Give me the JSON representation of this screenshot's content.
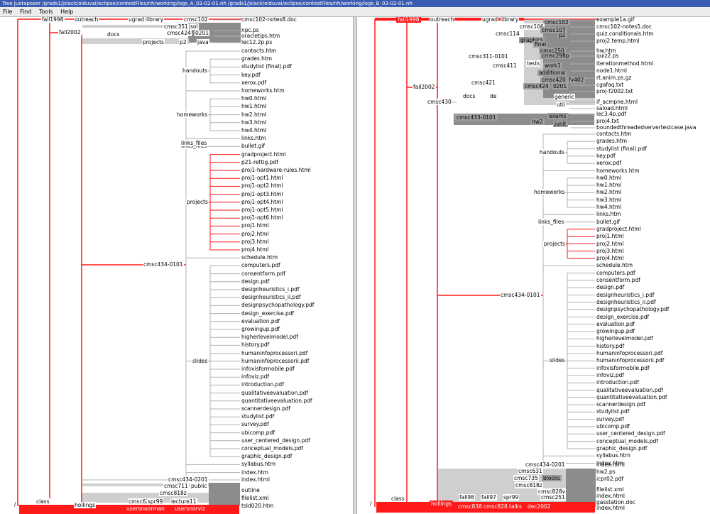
{
  "window": {
    "title": "Tree Juxtaposer /grads1/jslack/olduvai/eclipse/contestFiles/nh/working/logs_A_03-02-01.nh /grads1/jslack/olduvai/eclipse/contestFiles/nh/working/logs_B_03-02-01.nh"
  },
  "menu": {
    "items": [
      "File",
      "Find",
      "Tools",
      "Help"
    ]
  },
  "colors": {
    "highlight": "#ff1a1a",
    "grey_block": "#8c8c8c",
    "light_block": "#cfcfcf",
    "edge": "#b0b0b0"
  },
  "left_tree": {
    "root_label": "/",
    "class_label": "class",
    "top_leaves": [
      "cmsc102-notes8.doc",
      "npc.ps",
      "oracletips.htm",
      "lec12.2p.ps"
    ],
    "top_internal": [
      "fall1998",
      "outreach",
      "ugrad",
      "library",
      "cmsc102",
      "cmsc351",
      "sol",
      "fall2002",
      "docs",
      "cmsc424",
      "0201",
      "projects",
      "p2",
      "java"
    ],
    "course_label": "cmsc434-0101",
    "groups": {
      "handouts": [
        "grades.htm",
        "studylist (final).pdf",
        "key.pdf",
        "xerox.pdf"
      ],
      "homeworks": [
        "hw0.html",
        "hw1.html",
        "hw2.html",
        "hw3.html",
        "hw4.html"
      ],
      "links_files": [
        "bullet.gif"
      ],
      "projects": [
        "gradproject.html",
        "p21-rettig.pdf",
        "proj1-hardware-rules.html",
        "proj1-opt1.html",
        "proj1-opt2.html",
        "proj1-opt3.html",
        "proj1-opt4.html",
        "proj1-opt5.html",
        "proj1-opt6.html",
        "proj1.html",
        "proj2.html",
        "proj3.html",
        "proj4.html"
      ],
      "slides": [
        "computers.pdf",
        "consentform.pdf",
        "design.pdf",
        "designheuristics_i.pdf",
        "designheuristics_ii.pdf",
        "designpsychopathology.pdf",
        "design_exercise.pdf",
        "evaluation.pdf",
        "growingup.pdf",
        "higherlevelmodel.pdf",
        "history.pdf",
        "humaninfoprocessori.pdf",
        "humaninfoprocessorii.pdf",
        "infovisformobile.pdf",
        "infoviz.pdf",
        "introduction.pdf",
        "qualitativeevaluation.pdf",
        "quantitativeevaluation.pdf",
        "scannerdesign.pdf",
        "studylist.pdf",
        "survey.pdf",
        "ubicomp.pdf",
        "user_centered_design.pdf",
        "conceptual_models.pdf",
        "graphic_design.pdf"
      ]
    },
    "direct_leaves": [
      "contacts.htm",
      "homeworks.htm",
      "links.htm",
      "schedule.htm",
      "syllabus.htm",
      "index.htm"
    ],
    "bottom_internal": [
      "cmsc434-0201",
      "cmsc711",
      "public",
      "cmsc818z",
      "hollings",
      "cmsc624",
      "spr99",
      "lecture11",
      "usersnoorman",
      "usersnorviz"
    ],
    "bottom_leaves": [
      "index.html",
      "outline",
      "filelist.xml",
      "tsld020.htm"
    ]
  },
  "right_tree": {
    "root_label": "/",
    "class_label": "class",
    "top_internal": [
      "fall1998",
      "outreach",
      "ugrad",
      "library",
      "cmsc102",
      "cmsc106",
      "cmsc107",
      "p2",
      "cmsc114",
      "graphics",
      "final",
      "cmsc250",
      "cmsc298p",
      "cmsc311-0101",
      "cmsc411",
      "tests",
      "work1",
      "additional",
      "fall2002",
      "cmsc421",
      "cmsc420",
      "fv402",
      "cmsc424",
      "0201",
      "cmsc430",
      "docs",
      "de",
      "generic",
      "util",
      "cmsc433-0101",
      "exams",
      "hw2",
      "junit"
    ],
    "top_leaves": [
      "example1a.gif",
      "cmsc102-notes5.doc",
      "quiz.conditionals.htm",
      "proj2.temp.html",
      "hw.htm",
      "quiz2.ps",
      "iterationmethod.html",
      "node1.html",
      "rt.anim.ps.gz",
      "cgafaq.txt",
      "proj-f2002.txt",
      "if_acmpne.html",
      "saload.html",
      "lec3.4p.pdf",
      "proj4.txt",
      "boundedthreadedservertestcase.java"
    ],
    "course_label": "cmsc434-0101",
    "groups": {
      "handouts": [
        "grades.htm",
        "studylist (final).pdf",
        "key.pdf",
        "xerox.pdf"
      ],
      "homeworks": [
        "hw0.html",
        "hw1.html",
        "hw2.html",
        "hw3.html",
        "hw4.html"
      ],
      "links_files": [
        "bullet.gif"
      ],
      "projects": [
        "gradproject.html",
        "proj1.html",
        "proj2.html",
        "proj3.html",
        "proj4.html"
      ],
      "slides": [
        "computers.pdf",
        "consentform.pdf",
        "design.pdf",
        "designheuristics_i.pdf",
        "designheuristics_ii.pdf",
        "designpsychopathology.pdf",
        "design_exercise.pdf",
        "evaluation.pdf",
        "growingup.pdf",
        "higherlevelmodel.pdf",
        "history.pdf",
        "humaninfoprocessori.pdf",
        "humaninfoprocessorii.pdf",
        "infovisformobile.pdf",
        "infoviz.pdf",
        "introduction.pdf",
        "qualitativeevaluation.pdf",
        "quantitativeevaluation.pdf",
        "scannerdesign.pdf",
        "studylist.pdf",
        "survey.pdf",
        "ubicomp.pdf",
        "user_centered_design.pdf",
        "conceptual_models.pdf",
        "graphic_design.pdf"
      ]
    },
    "direct_leaves": [
      "contacts.htm",
      "homeworks.htm",
      "links.htm",
      "schedule.htm",
      "syllabus.htm",
      "index.htm"
    ],
    "bottom_internal": [
      "cmsc434-0201",
      "cmsc631",
      "cmsc735",
      "blocks",
      "cmsc818z",
      "cmsc828v",
      "fall98",
      "fall97",
      "spr99",
      "cmsc251",
      "hollings",
      "cmsc838",
      "cmsc828",
      "talks",
      "dec2002"
    ],
    "bottom_leaves": [
      "index.html",
      "hw2.ps",
      "icpr02.pdf",
      "filelist.xml",
      "index.html",
      "gasstation.doc",
      "index.html"
    ]
  }
}
